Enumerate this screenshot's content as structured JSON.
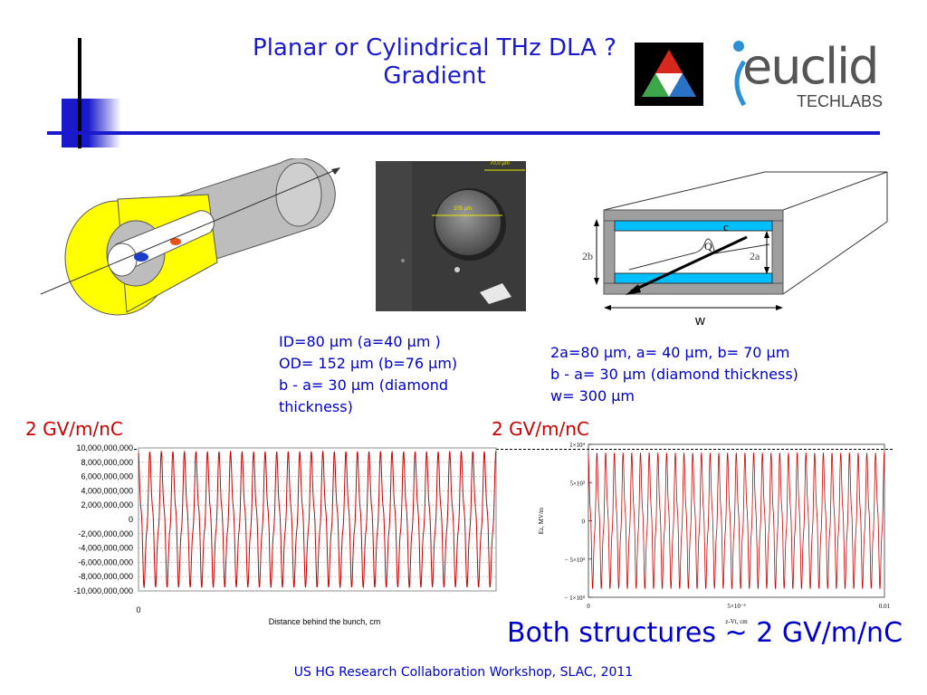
{
  "slide": {
    "title_line1": "Planar or Cylindrical THz DLA ?",
    "title_line2": "Gradient",
    "logo_text": "euclid",
    "logo_subtext": "TECHLABS",
    "sem_scale_label": "70.0 µm",
    "sem_measure_label": "105 µm",
    "slab_labels": {
      "c": "c",
      "q": "Q",
      "b2": "2b",
      "a2": "2a",
      "w": "w"
    },
    "cyl_caption": [
      "ID=80 µm  (a=40 µm )",
      "OD= 152 µm (b=76 µm)",
      "b - a= 30 µm  (diamond",
      "thickness)"
    ],
    "slab_caption": [
      "2a=80 µm, a= 40 µm, b= 70 µm",
      "b - a= 30 µm  (diamond  thickness)",
      "w= 300 µm"
    ],
    "left_gradient_label": "2 GV/m/nC",
    "right_gradient_label": "2 GV/m/nC",
    "conclusion": "Both structures ~ 2 GV/m/nC",
    "footer": "US HG Research Collaboration Workshop, SLAC, 2011",
    "colors": {
      "title": "#1a1acc",
      "accent": "#0000cc",
      "red": "#cc0000",
      "yellow": "#ffff00",
      "cyan": "#00bfff"
    }
  },
  "chart_data": [
    {
      "type": "line",
      "title": "",
      "xlabel": "Distance behind the bunch, cm",
      "ylabel": "",
      "x_tick_labels": [
        "0"
      ],
      "y_tick_labels": [
        "10,000,000,000",
        "8,000,000,000",
        "6,000,000,000",
        "4,000,000,000",
        "2,000,000,000",
        "0",
        "-2,000,000,000",
        "-4,000,000,000",
        "-6,000,000,000",
        "-8,000,000,000",
        "-10,000,000,000"
      ],
      "ylim": [
        -10000000000,
        10000000000
      ],
      "grid": true,
      "oscillation_cycles": 31,
      "amplitude": 9600000000,
      "series_color": "#cc0000"
    },
    {
      "type": "line",
      "title": "",
      "xlabel": "z-Vt, cm",
      "ylabel": "Ez, MV/m",
      "x_tick_labels": [
        "0",
        "5×10⁻³",
        "0.01"
      ],
      "y_tick_labels": [
        "1×10⁴",
        "5×10³",
        "0",
        "− 5×10³",
        "− 1×10⁴"
      ],
      "xlim": [
        0,
        0.01
      ],
      "ylim": [
        -10000,
        10000
      ],
      "grid": false,
      "oscillation_cycles": 34,
      "amplitude": 9000,
      "series_color": "#cc0000"
    }
  ]
}
